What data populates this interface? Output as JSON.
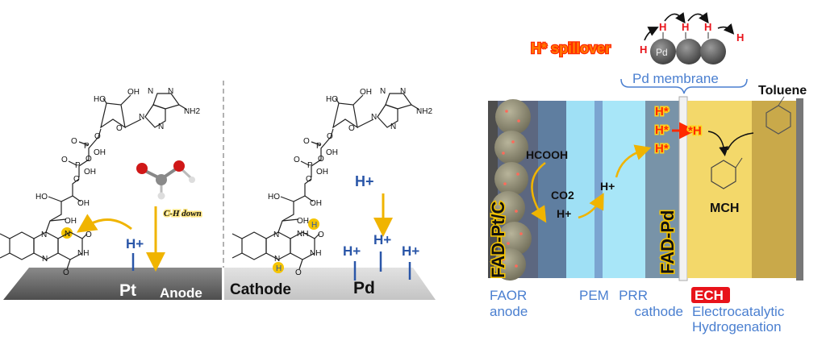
{
  "left_panel": {
    "anode_molecule_atoms": [
      "HO",
      "OH",
      "N",
      "N",
      "NH2",
      "N",
      "N",
      "O",
      "O",
      "O",
      "P",
      "OH",
      "O",
      "O",
      "P",
      "OH",
      "O",
      "HO",
      "OH",
      "OH",
      "N",
      "N",
      "O",
      "NH",
      "N",
      "O"
    ],
    "cathode_molecule_atoms": [
      "HO",
      "OH",
      "N",
      "N",
      "NH2",
      "N",
      "N",
      "O",
      "O",
      "O",
      "P",
      "OH",
      "O",
      "O",
      "P",
      "OH",
      "O",
      "HO",
      "OH",
      "OH",
      "N",
      "NH",
      "O",
      "NH",
      "N",
      "O",
      "H",
      "H"
    ],
    "ch_down_label": "C-H down",
    "anode_proton": "H+",
    "pt_label": "Pt",
    "anode_label": "Anode",
    "cathode_label": "Cathode",
    "pd_label": "Pd",
    "cathode_protons": [
      "H+",
      "H+",
      "H+",
      "H+"
    ]
  },
  "right_panel": {
    "spillover_label": "H* spillover",
    "spillover_h": [
      "H",
      "H",
      "H",
      "H",
      "H"
    ],
    "pd_ball_label": "Pd",
    "pd_membrane_label": "Pd membrane",
    "toluene_label": "Toluene",
    "anode_catalyst_label": "FAD-Pt/C",
    "cathode_catalyst_label": "FAD-Pd",
    "hcooh": "HCOOH",
    "co2": "CO2",
    "h_plus_1": "H+",
    "h_plus_2": "H+",
    "h_star": [
      "H*",
      "H*",
      "H*"
    ],
    "star_h": "*H",
    "mch_label": "MCH",
    "captions": {
      "faor": "FAOR",
      "anode": "anode",
      "pem": "PEM",
      "prr": "PRR",
      "cathode": "cathode",
      "ech": "ECH",
      "electrocatalytic": "Electrocatalytic",
      "hydrogenation": "Hydrogenation"
    }
  },
  "colors": {
    "accent_yellow": "#f0b400",
    "proton_blue": "#2a56a8",
    "caption_blue": "#4a7fd0",
    "red": "#ff2a00"
  }
}
